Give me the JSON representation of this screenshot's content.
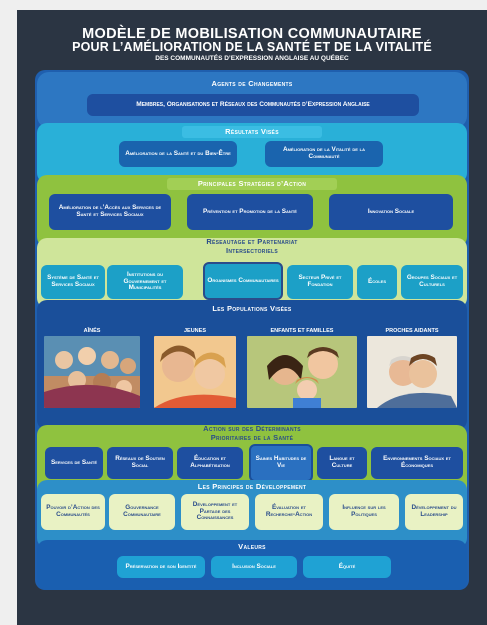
{
  "title_line1": "MODÈLE DE MOBILISATION COMMUNAUTAIRE",
  "title_line2": "POUR L’AMÉLIORATION DE LA SANTÉ ET DE LA VITALITÉ",
  "subtitle": "DES COMMUNAUTÉS D’EXPRESSION ANGLAISE AU QUÉBEC",
  "agents": {
    "header": "Agents de Changements",
    "box": "Membres, Organisations et Réseaux des Communautés d’Expression Anglaise"
  },
  "resultats": {
    "header": "Résultats Visés",
    "items": [
      "Amélioration de la Santé et du Bien-Être",
      "Amélioration de la Vitalité de la Communauté"
    ]
  },
  "strategies": {
    "header": "Principales Stratégies d’Action",
    "items": [
      "Amélioration de l’Accès aux Services de Santé et Services Sociaux",
      "Prévention et Promotion de la Santé",
      "Innovation Sociale"
    ]
  },
  "reseautage": {
    "header_line1": "Réseautage et Partenariat",
    "header_line2": "Intersectoriels",
    "items": [
      "Système de Santé et Services Sociaux",
      "Institutions du Gouvernement et Municipalités",
      "Organismes Communautaires",
      "Secteur Privé et Fondation",
      "Écoles",
      "Groupes Sociaux et Culturels"
    ]
  },
  "populations": {
    "header": "Les Populations Visées",
    "groups": [
      "AÎNÉS",
      "JEUNES",
      "ENFANTS ET FAMILLES",
      "PROCHES AIDANTS"
    ]
  },
  "determinants": {
    "header_line1": "Action sur des Déterminants",
    "header_line2": "Prioritaires de la Santé",
    "items": [
      "Services de Santé",
      "Réseaux de Soutien Social",
      "Éducation et Alphabétisation",
      "Saines Habitudes de Vie",
      "Langue et Culture",
      "Environnements Sociaux et Économiques"
    ]
  },
  "principes": {
    "header": "Les Principes de Développement",
    "items": [
      "Pouvoir d’Action des Communautés",
      "Gouvernance Communautaire",
      "Développement et Partage des Connaissances",
      "Évaluation et Recherche-Action",
      "Influence sur les Politiques",
      "Développement du Leadership"
    ]
  },
  "valeurs": {
    "header": "Valeurs",
    "items": [
      "Préservation de son Identité",
      "Inclusion Sociale",
      "Équité"
    ]
  },
  "colors": {
    "poster_bg": "#2b3543",
    "agents_band": "#2d77c2",
    "resultats_band": "#29b0d8",
    "strategies_band": "#8fc23f",
    "reseautage_band": "#cfe59a",
    "populations_band": "#1a4f9a",
    "determinants_band": "#8fc23f",
    "principes_band": "#2d8fc8",
    "valeurs_band": "#1a5fb0"
  }
}
